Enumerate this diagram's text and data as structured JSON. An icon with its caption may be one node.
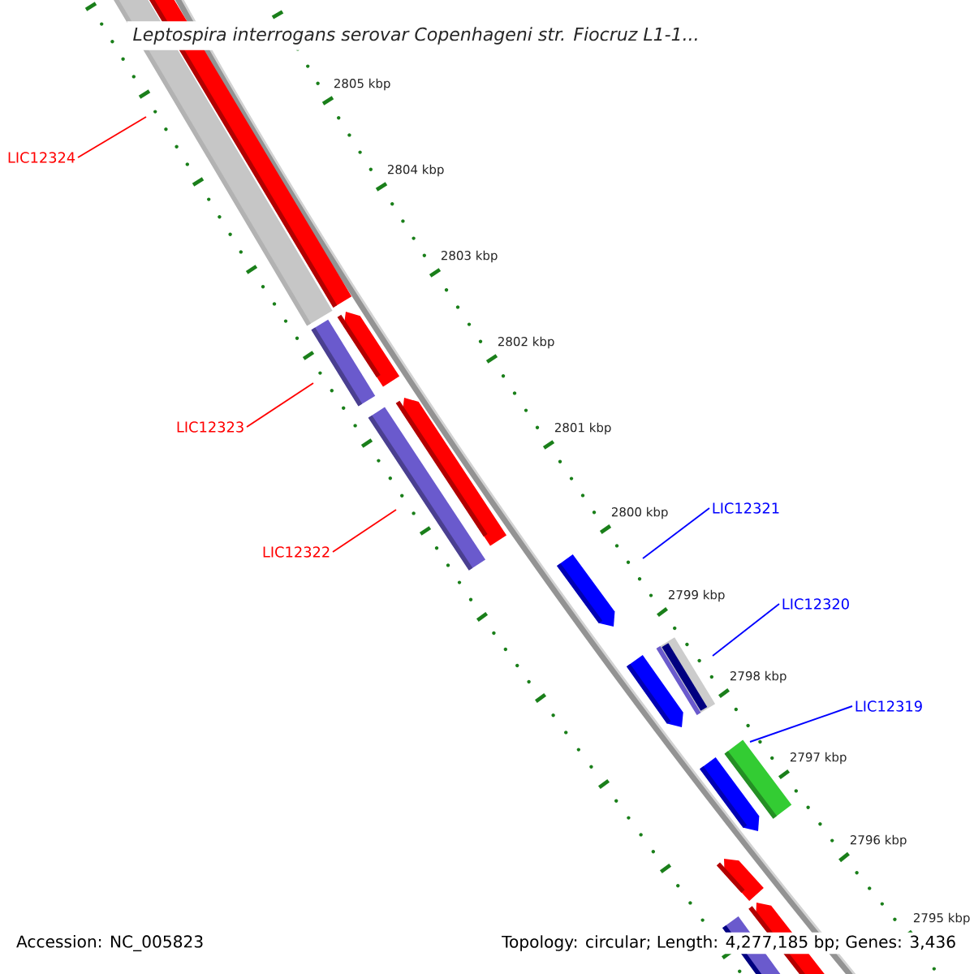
{
  "diagram": {
    "title": "Leptospira interrogans serovar Copenhageni str. Fiocruz L1-1...",
    "nodes": [
      {
        "text": [
          "LIC12324"
        ]
      },
      {
        "text": [
          "LIC12323"
        ]
      },
      {
        "text": [
          "LIC12322"
        ]
      },
      {
        "text": [
          "LIC12321"
        ]
      },
      {
        "text": [
          "LIC12320"
        ]
      },
      {
        "text": [
          "LIC12319"
        ]
      }
    ],
    "edges": [
      {
        "from": 0,
        "to": null,
        "arrow": "none",
        "color": "#ff0000"
      },
      {
        "from": 1,
        "to": null,
        "arrow": "none",
        "color": "#ff0000"
      },
      {
        "from": 2,
        "to": null,
        "arrow": "none",
        "color": "#ff0000"
      },
      {
        "from": 3,
        "to": null,
        "arrow": "none",
        "color": "#0000ff"
      },
      {
        "from": 4,
        "to": null,
        "arrow": "none",
        "color": "#0000ff"
      },
      {
        "from": 5,
        "to": null,
        "arrow": "none",
        "color": "#0000ff"
      }
    ],
    "labels": [
      "2805 kbp",
      "2804 kbp",
      "2803 kbp",
      "2802 kbp",
      "2801 kbp",
      "2800 kbp",
      "2799 kbp",
      "2798 kbp",
      "2797 kbp",
      "2796 kbp",
      "2795 kbp",
      "Accession: NC_005823",
      "Topology: circular; Length: 4,277,185 bp; Genes: 3,436"
    ]
  }
}
